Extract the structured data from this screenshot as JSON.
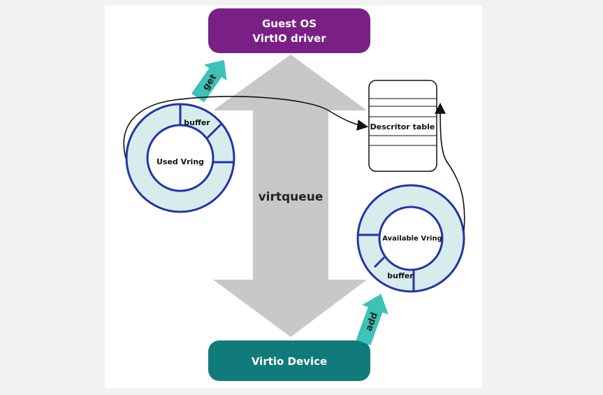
{
  "guest_box": {
    "line1": "Guest OS",
    "line2": "VirtIO driver",
    "color": "#7a1f86"
  },
  "device_box": {
    "label": "Virtio Device",
    "color": "#117a7a"
  },
  "center_label": "virtqueue",
  "used_ring": {
    "label": "Used Vring",
    "buffer_label": "buffer"
  },
  "available_ring": {
    "label": "Available Vring",
    "buffer_label": "buffer"
  },
  "descriptor_table": {
    "label": "Descritor table"
  },
  "arrows": {
    "get_label": "get",
    "add_label": "add",
    "teal": "#3cc2b6"
  },
  "colors": {
    "ring_fill": "#d8ecec",
    "ring_stroke": "#2433a8",
    "big_arrow": "#c8c8c8"
  }
}
